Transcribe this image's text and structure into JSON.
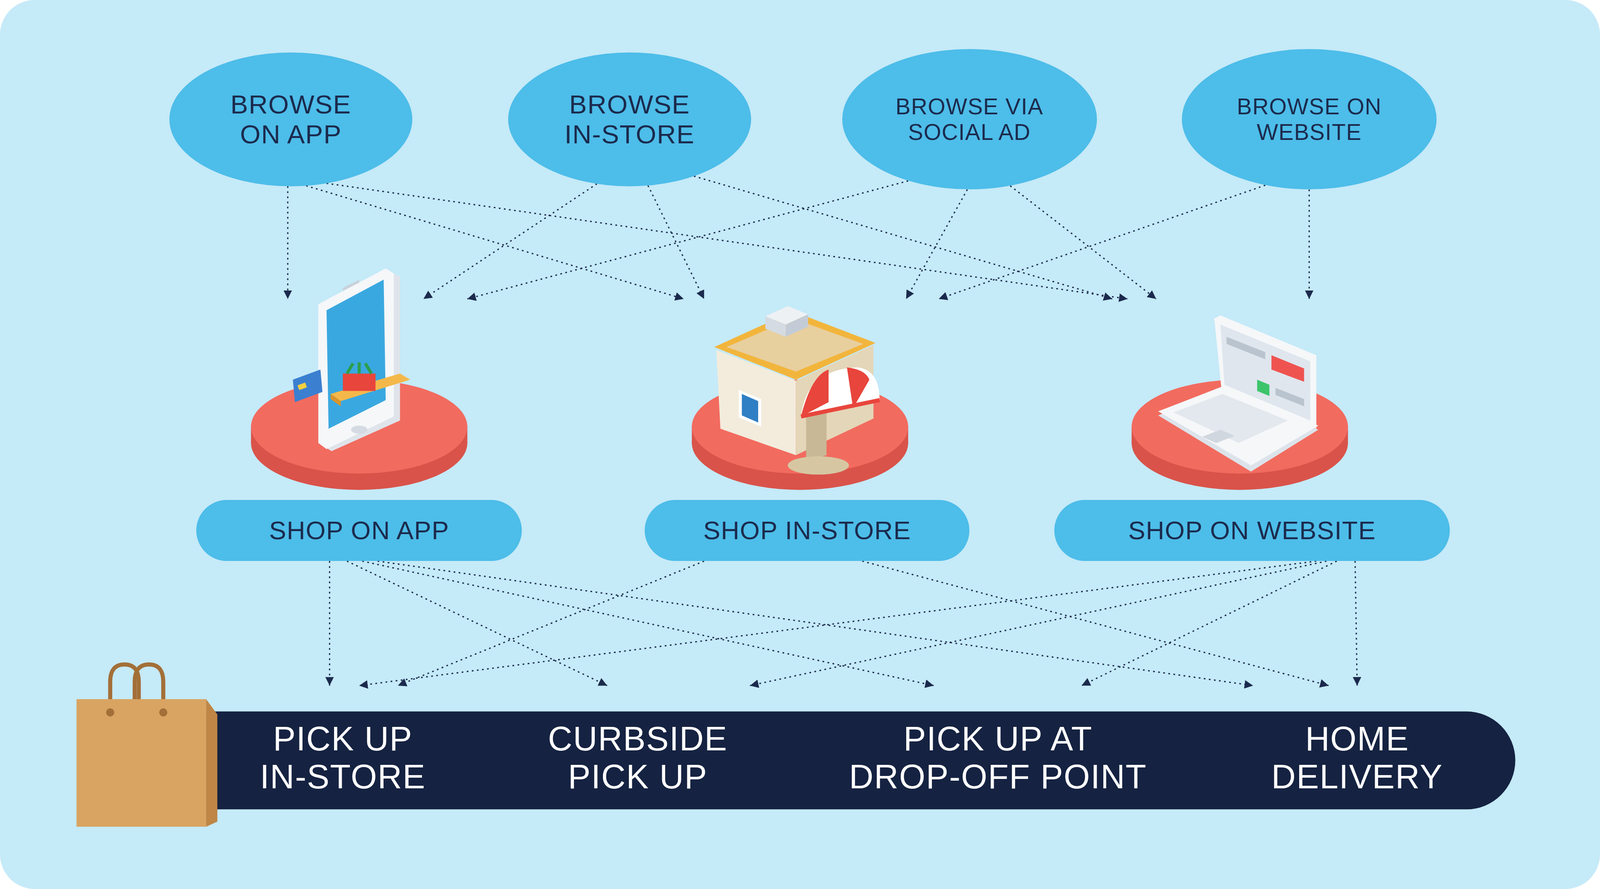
{
  "diagram": {
    "nodes": [
      {
        "text": [
          "BROWSE ON APP"
        ]
      },
      {
        "text": [
          "BROWSE IN-STORE"
        ]
      },
      {
        "text": [
          "BROWSE VIA SOCIAL AD"
        ]
      },
      {
        "text": [
          "BROWSE ON WEBSITE"
        ]
      },
      {
        "text": [
          "SHOP ON APP"
        ]
      },
      {
        "text": [
          "SHOP IN-STORE"
        ]
      },
      {
        "text": [
          "SHOP ON WEBSITE"
        ]
      },
      {
        "text": [
          "PICK UP IN-STORE"
        ]
      },
      {
        "text": [
          "CURBSIDE PICK UP"
        ]
      },
      {
        "text": [
          "PICK UP AT DROP-OFF POINT"
        ]
      },
      {
        "text": [
          "HOME DELIVERY"
        ]
      }
    ],
    "edges": [
      {
        "from": 0,
        "to": 4,
        "arrow": "to"
      },
      {
        "from": 0,
        "to": 5,
        "arrow": "to"
      },
      {
        "from": 0,
        "to": 6,
        "arrow": "to"
      },
      {
        "from": 1,
        "to": 4,
        "arrow": "to"
      },
      {
        "from": 1,
        "to": 5,
        "arrow": "to"
      },
      {
        "from": 1,
        "to": 6,
        "arrow": "to"
      },
      {
        "from": 2,
        "to": 4,
        "arrow": "to"
      },
      {
        "from": 2,
        "to": 5,
        "arrow": "to"
      },
      {
        "from": 2,
        "to": 6,
        "arrow": "to"
      },
      {
        "from": 3,
        "to": 5,
        "arrow": "to"
      },
      {
        "from": 3,
        "to": 6,
        "arrow": "to"
      },
      {
        "from": 4,
        "to": 7,
        "arrow": "to"
      },
      {
        "from": 4,
        "to": 8,
        "arrow": "to"
      },
      {
        "from": 4,
        "to": 9,
        "arrow": "to"
      },
      {
        "from": 4,
        "to": 10,
        "arrow": "to"
      },
      {
        "from": 5,
        "to": 7,
        "arrow": "to"
      },
      {
        "from": 5,
        "to": 10,
        "arrow": "to"
      },
      {
        "from": 6,
        "to": 7,
        "arrow": "to"
      },
      {
        "from": 6,
        "to": 8,
        "arrow": "to"
      },
      {
        "from": 6,
        "to": 9,
        "arrow": "to"
      },
      {
        "from": 6,
        "to": 10,
        "arrow": "to"
      }
    ]
  }
}
